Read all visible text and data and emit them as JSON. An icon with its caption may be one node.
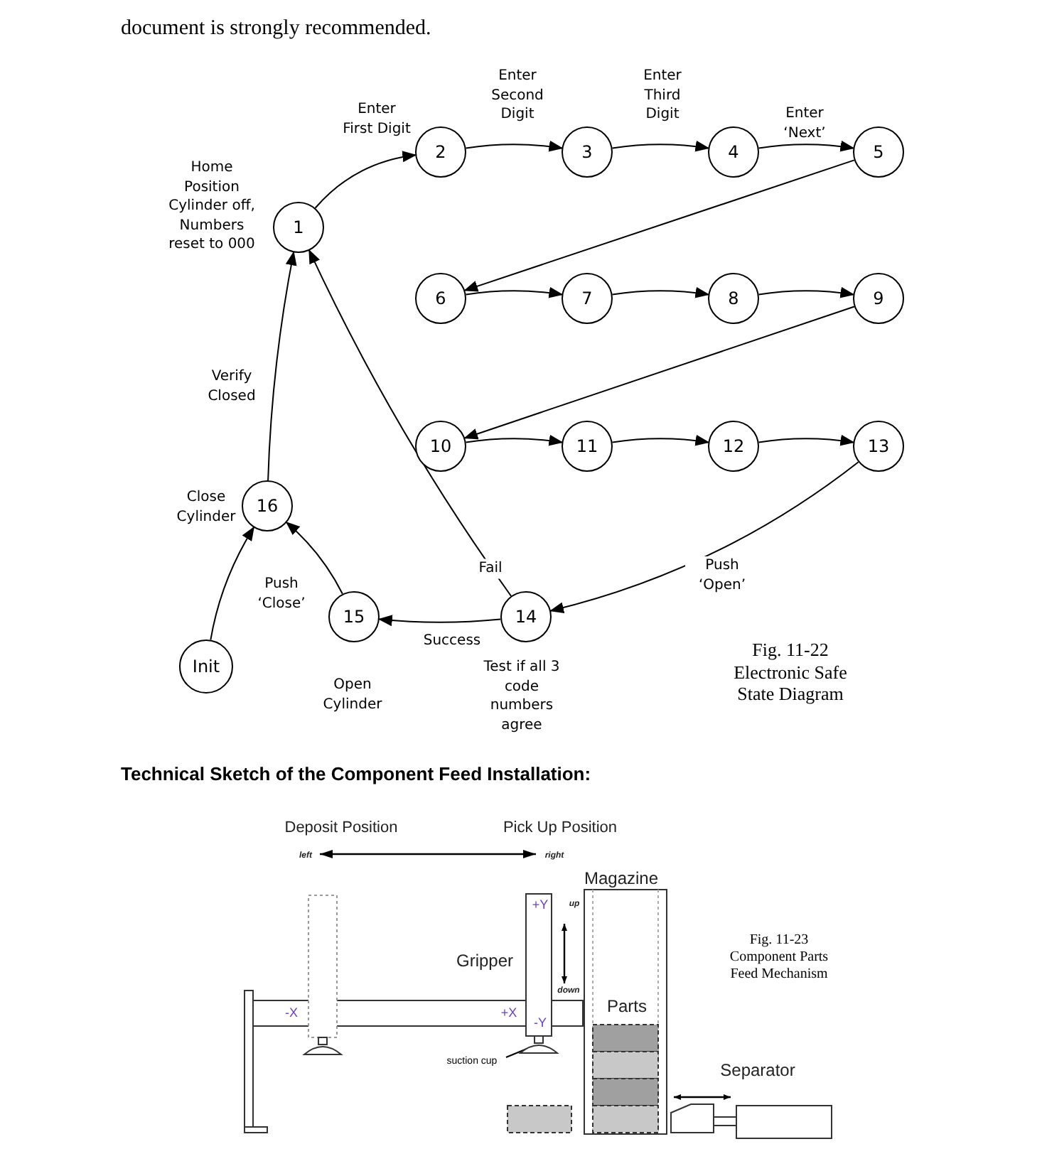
{
  "diagram": {
    "nodes": [
      {
        "text": [
          "1"
        ],
        "beside": [
          "Home Position Cylinder off, Numbers reset to 000"
        ]
      },
      {
        "text": [
          "2"
        ]
      },
      {
        "text": [
          "3"
        ]
      },
      {
        "text": [
          "4"
        ]
      },
      {
        "text": [
          "5"
        ]
      },
      {
        "text": [
          "6"
        ]
      },
      {
        "text": [
          "7"
        ]
      },
      {
        "text": [
          "8"
        ]
      },
      {
        "text": [
          "9"
        ]
      },
      {
        "text": [
          "10"
        ]
      },
      {
        "text": [
          "11"
        ]
      },
      {
        "text": [
          "12"
        ]
      },
      {
        "text": [
          "13"
        ]
      },
      {
        "text": [
          "14"
        ],
        "beside": [
          "Test if all 3 code numbers agree"
        ]
      },
      {
        "text": [
          "15"
        ],
        "beside": [
          "Open Cylinder"
        ]
      },
      {
        "text": [
          "16"
        ],
        "beside": [
          "Close Cylinder"
        ]
      },
      {
        "text": [
          "Init"
        ]
      },
      {
        "text": [
          "suction cup"
        ]
      },
      {
        "text": [],
        "shape": "cup"
      }
    ],
    "edges": [
      {
        "from": 0,
        "to": 1,
        "arrow": "to",
        "label": "Enter First Digit"
      },
      {
        "from": 1,
        "to": 2,
        "arrow": "to",
        "label": "Enter Second Digit"
      },
      {
        "from": 2,
        "to": 3,
        "arrow": "to",
        "label": "Enter Third Digit"
      },
      {
        "from": 3,
        "to": 4,
        "arrow": "to",
        "label": "Enter ‘Next’"
      },
      {
        "from": 4,
        "to": 5,
        "arrow": "to"
      },
      {
        "from": 5,
        "to": 6,
        "arrow": "to"
      },
      {
        "from": 6,
        "to": 7,
        "arrow": "to"
      },
      {
        "from": 7,
        "to": 8,
        "arrow": "to"
      },
      {
        "from": 8,
        "to": 9,
        "arrow": "to"
      },
      {
        "from": 9,
        "to": 10,
        "arrow": "to"
      },
      {
        "from": 10,
        "to": 11,
        "arrow": "to"
      },
      {
        "from": 11,
        "to": 12,
        "arrow": "to"
      },
      {
        "from": 12,
        "to": 13,
        "arrow": "to",
        "label": "Push ‘Open’"
      },
      {
        "from": 13,
        "to": 14,
        "arrow": "to",
        "label": "Success"
      },
      {
        "from": 13,
        "to": 0,
        "arrow": "to",
        "label": "Fail"
      },
      {
        "from": 14,
        "to": 15,
        "arrow": "to",
        "label": "Push ‘Close’"
      },
      {
        "from": 15,
        "to": 0,
        "arrow": "to",
        "label": "Verify Closed"
      },
      {
        "from": 16,
        "to": 15,
        "arrow": "to"
      },
      {
        "from": 17,
        "to": 18,
        "arrow": "none"
      }
    ],
    "labels": [
      "document is strongly recommended.",
      "Fig. 11-22 Electronic Safe State Diagram",
      "Technical Sketch of the Component Feed Installation:",
      "Deposit Position",
      "Pick Up Position",
      "left",
      "right",
      "Magazine",
      "+Y",
      "up",
      "Fig. 11-23 Component Parts Feed Mechanism",
      "Gripper",
      "down",
      "-X",
      "+X",
      "Parts",
      "-Y",
      "Separator"
    ]
  }
}
